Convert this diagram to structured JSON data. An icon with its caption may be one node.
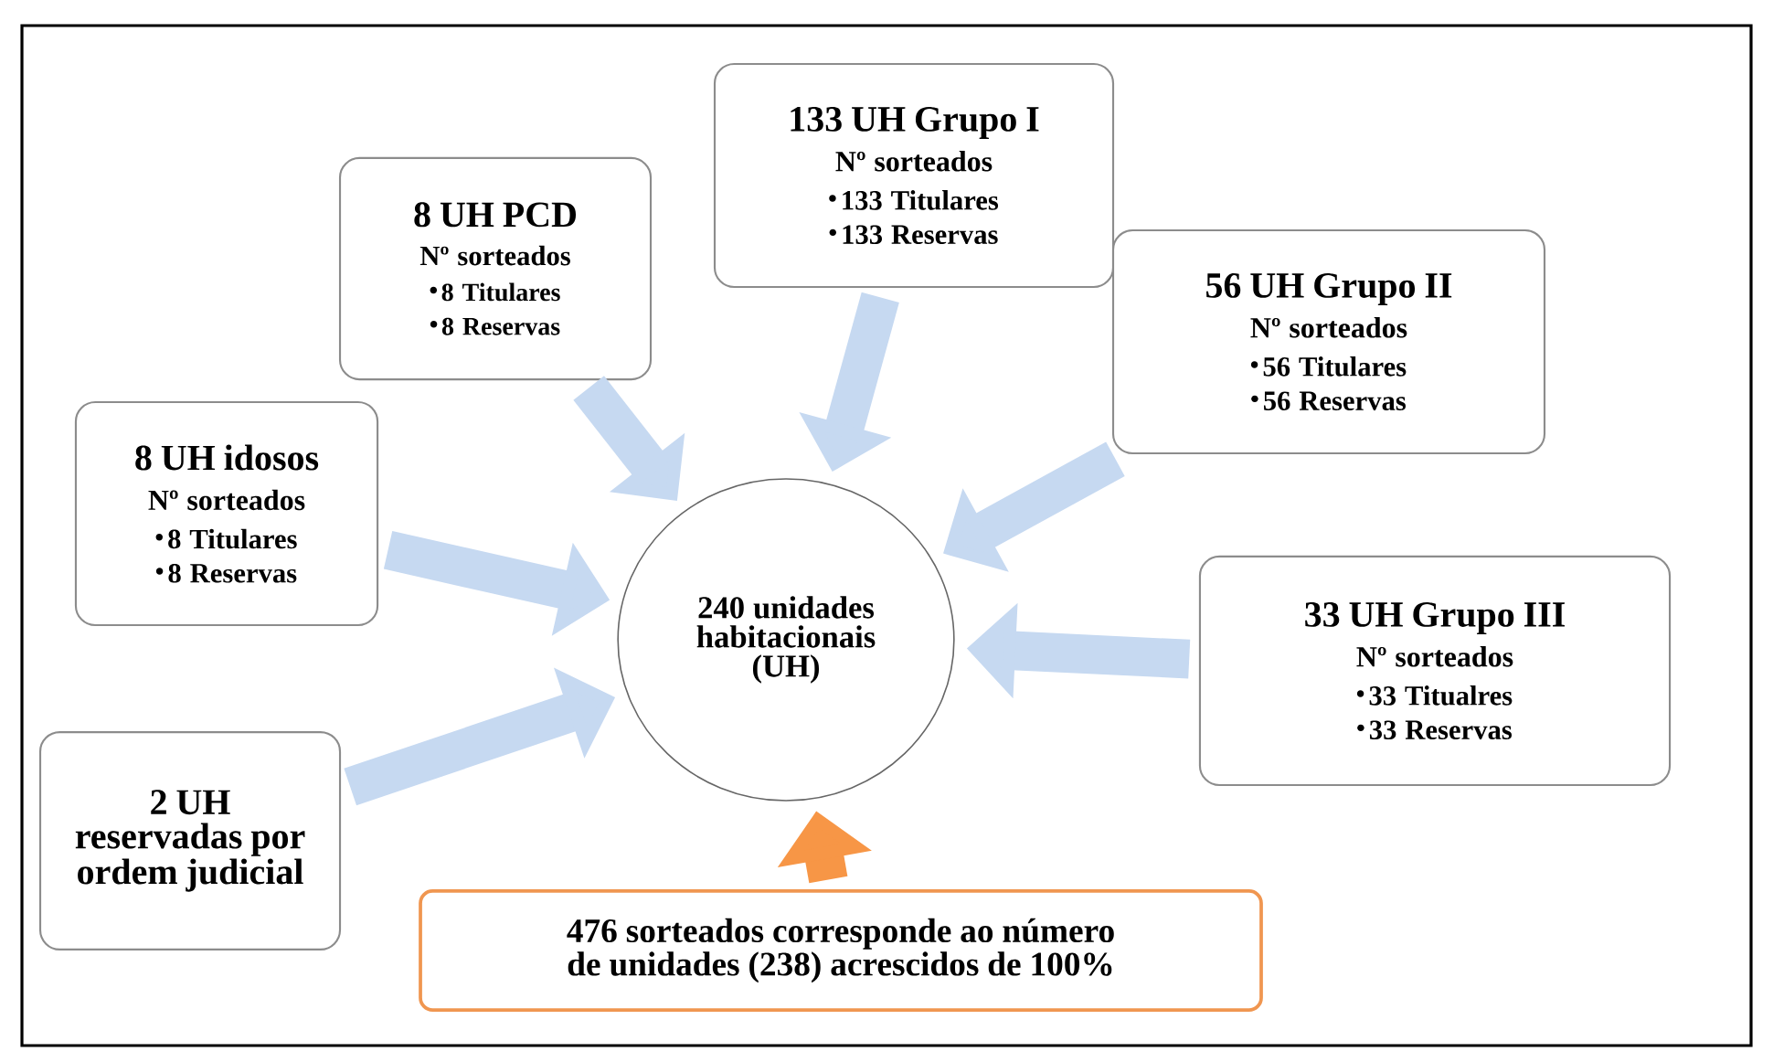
{
  "diagram": {
    "nodes": [
      {
        "text": [
          "133 UH Grupo I",
          "Nº sorteados",
          "133 Titulares",
          "133 Reservas"
        ]
      },
      {
        "text": [
          "8 UH PCD",
          "Nº sorteados",
          "8 Titulares",
          "8 Reservas"
        ]
      },
      {
        "text": [
          "56 UH Grupo II",
          "Nº sorteados",
          "56 Titulares",
          "56 Reservas"
        ]
      },
      {
        "text": [
          "8 UH idosos",
          "Nº sorteados",
          "8 Titulares",
          "8 Reservas"
        ]
      },
      {
        "text": [
          "240 unidades habitacionais (UH)"
        ]
      },
      {
        "text": [
          "33 UH  Grupo III",
          "Nº sorteados",
          "33 Titualres",
          "33 Reservas"
        ]
      },
      {
        "text": [
          "2 UH",
          "reservadas por ordem judicial"
        ]
      },
      {
        "text": [
          "476 sorteados corresponde ao número de unidades (238) acrescidos de 100%"
        ]
      }
    ],
    "edges": [
      {
        "from": 0,
        "to": 4,
        "arrow": "to"
      },
      {
        "from": 1,
        "to": 4,
        "arrow": "to"
      },
      {
        "from": 2,
        "to": 4,
        "arrow": "to"
      },
      {
        "from": 3,
        "to": 4,
        "arrow": "to"
      },
      {
        "from": 5,
        "to": 4,
        "arrow": "to"
      },
      {
        "from": 6,
        "to": 4,
        "arrow": "to"
      },
      {
        "from": 7,
        "to": 4,
        "arrow": "to",
        "color": "#f79646"
      }
    ]
  }
}
